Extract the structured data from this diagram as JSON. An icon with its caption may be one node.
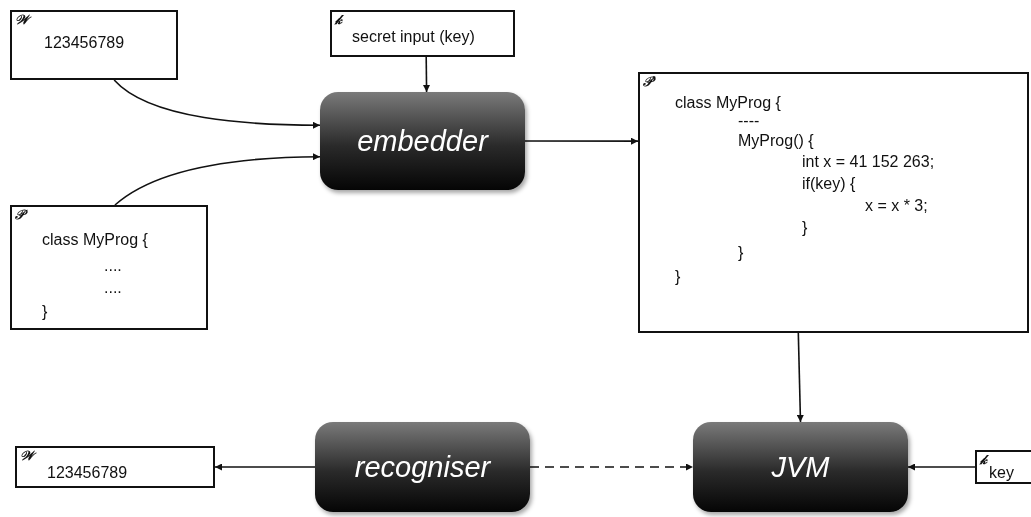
{
  "diagram": {
    "nodes": [
      {
        "text": [
          "𝒲",
          "123456789"
        ]
      },
      {
        "text": [
          "𝓀",
          "secret input (key)"
        ]
      },
      {
        "text": [
          "𝒫",
          "class MyProg {",
          "....",
          "....",
          "}"
        ]
      },
      {
        "text": [
          "embedder"
        ]
      },
      {
        "text": [
          "𝒫'",
          "class MyProg {",
          "----",
          "MyProg() {",
          "int x = 41 152 263;",
          "if(key) {",
          "x = x * 3;",
          "}",
          "}",
          "}"
        ]
      },
      {
        "text": [
          "𝒲",
          "123456789"
        ]
      },
      {
        "text": [
          "recogniser"
        ]
      },
      {
        "text": [
          "JVM"
        ]
      },
      {
        "text": [
          "𝓀",
          "key"
        ]
      }
    ],
    "edges": [
      {
        "from": 0,
        "to": 3,
        "arrow": "to"
      },
      {
        "from": 2,
        "to": 3,
        "arrow": "to"
      },
      {
        "from": 1,
        "to": 3,
        "arrow": "to"
      },
      {
        "from": 3,
        "to": 4,
        "arrow": "to"
      },
      {
        "from": 4,
        "to": 7,
        "arrow": "to"
      },
      {
        "from": 6,
        "to": 5,
        "arrow": "to"
      },
      {
        "from": 6,
        "to": 7,
        "arrow": "to",
        "style": "dashed"
      },
      {
        "from": 8,
        "to": 7,
        "arrow": "to"
      }
    ]
  }
}
